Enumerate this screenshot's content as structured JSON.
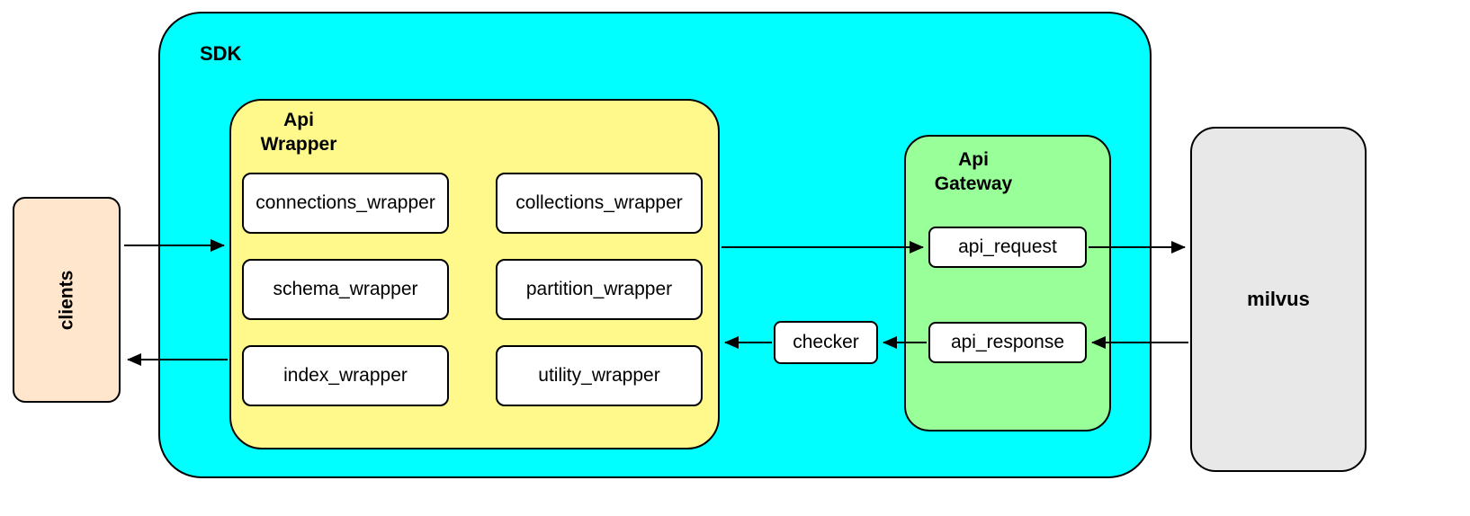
{
  "colors": {
    "sdk": "#00FFFF",
    "api_wrapper": "#FFF98C",
    "api_gateway": "#99FF99",
    "clients": "#FFE6CC",
    "milvus": "#E8E8E8",
    "node_bg": "#FFFFFF",
    "border": "#000000"
  },
  "nodes": {
    "clients": {
      "label": "clients"
    },
    "sdk": {
      "label": "SDK"
    },
    "api_wrapper": {
      "label": "Api Wrapper",
      "boxes": [
        {
          "label": "connections_wrapper"
        },
        {
          "label": "collections_wrapper"
        },
        {
          "label": "schema_wrapper"
        },
        {
          "label": "partition_wrapper"
        },
        {
          "label": "index_wrapper"
        },
        {
          "label": "utility_wrapper"
        }
      ]
    },
    "checker": {
      "label": "checker"
    },
    "api_gateway": {
      "label": "Api Gateway",
      "request": {
        "label": "api_request"
      },
      "response": {
        "label": "api_response"
      }
    },
    "milvus": {
      "label": "milvus"
    }
  }
}
